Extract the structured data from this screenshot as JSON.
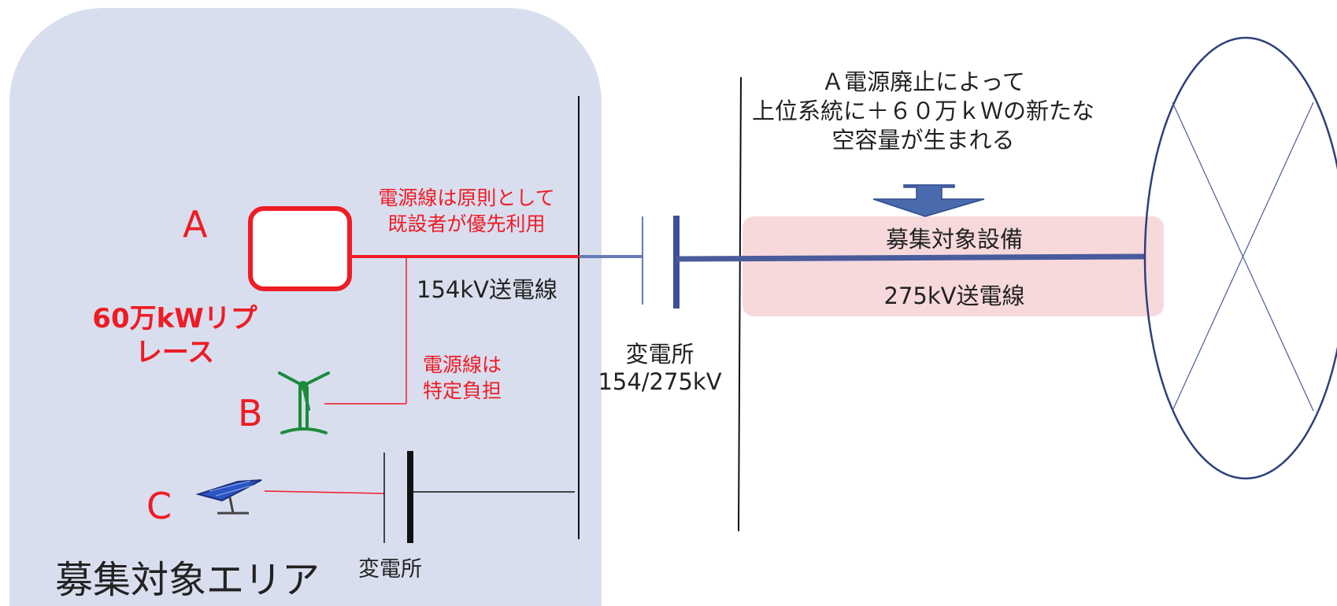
{
  "area": {
    "label": "募集対象エリア"
  },
  "sources": {
    "a_letter": "A",
    "b_letter": "B",
    "c_letter": "C",
    "replace_note": "60万kWリプ\nレース"
  },
  "lines": {
    "line_154_label": "154kV送電線",
    "line_275_label": "275kV送電線",
    "priority_note": "電源線は原則として\n既設者が優先利用",
    "burden_note": "電源線は\n特定負担"
  },
  "substations": {
    "main_label": "変電所\n154/275kV",
    "local_label": "変電所"
  },
  "target": {
    "label": "募集対象設備"
  },
  "capacity_note": "Ａ電源廃止によって\n上位系統に＋６０万ｋＷの新たな\n空容量が生まれる",
  "colors": {
    "accent_red": "#ee1c24",
    "line_blue": "#4a5b9c",
    "area_fill": "#d9deef",
    "target_fill": "#f7d9dc",
    "wind_green": "#1a8c3a"
  },
  "icons": [
    "thermal-plant-icon",
    "wind-turbine-icon",
    "solar-panel-icon",
    "down-arrow-icon"
  ]
}
